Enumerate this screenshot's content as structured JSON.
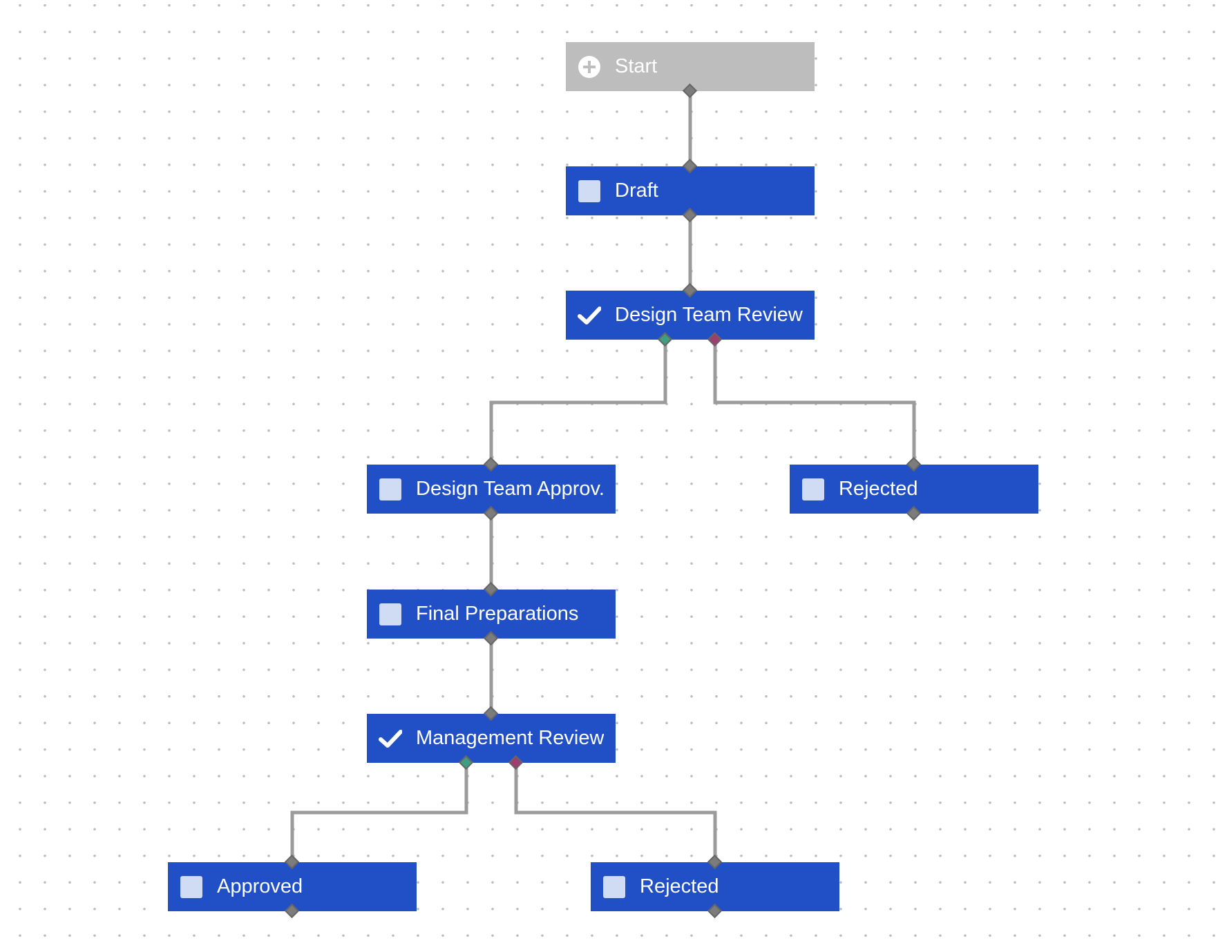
{
  "colors": {
    "node": "#2150c6",
    "start_node": "#bdbdbd",
    "connector": "#9b9b9b",
    "port": "#7c7c7c",
    "port_approve": "#3e9e7e",
    "port_reject": "#9e3e6e",
    "grid_dot": "#bdbdbd"
  },
  "nodes": [
    {
      "id": "start",
      "label": "Start",
      "icon": "plus-circle-icon"
    },
    {
      "id": "draft",
      "label": "Draft",
      "icon": "square-icon"
    },
    {
      "id": "design_review",
      "label": "Design Team Review",
      "icon": "check-icon"
    },
    {
      "id": "design_approved",
      "label": "Design Team Approv.",
      "icon": "square-icon"
    },
    {
      "id": "rejected_1",
      "label": "Rejected",
      "icon": "square-icon"
    },
    {
      "id": "final_prep",
      "label": "Final Preparations",
      "icon": "square-icon"
    },
    {
      "id": "management_review",
      "label": "Management Review",
      "icon": "check-icon"
    },
    {
      "id": "approved",
      "label": "Approved",
      "icon": "square-icon"
    },
    {
      "id": "rejected_2",
      "label": "Rejected",
      "icon": "square-icon"
    }
  ],
  "edges": [
    {
      "from": "start",
      "to": "draft"
    },
    {
      "from": "draft",
      "to": "design_review"
    },
    {
      "from": "design_review",
      "to": "design_approved",
      "kind": "approve"
    },
    {
      "from": "design_review",
      "to": "rejected_1",
      "kind": "reject"
    },
    {
      "from": "design_approved",
      "to": "final_prep"
    },
    {
      "from": "final_prep",
      "to": "management_review"
    },
    {
      "from": "management_review",
      "to": "approved",
      "kind": "approve"
    },
    {
      "from": "management_review",
      "to": "rejected_2",
      "kind": "reject"
    }
  ]
}
